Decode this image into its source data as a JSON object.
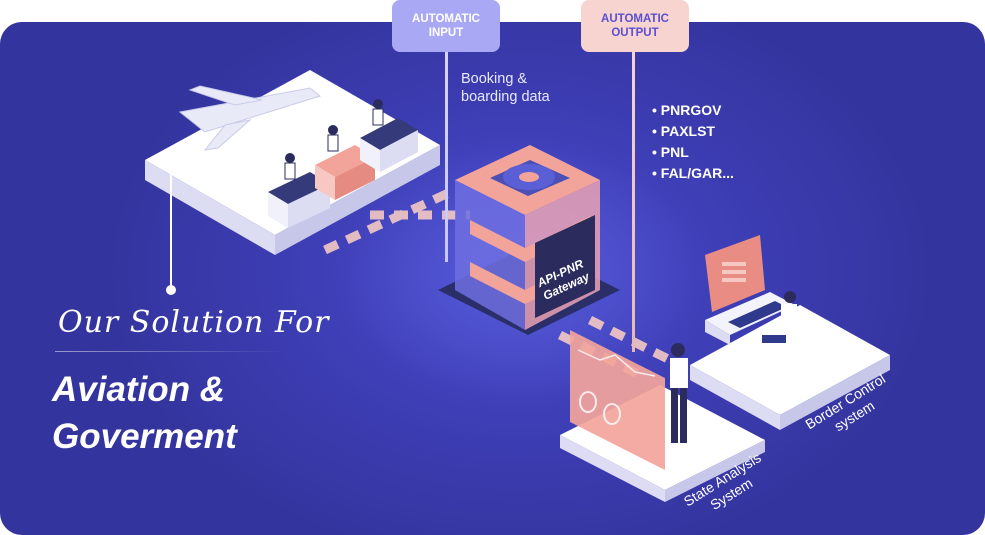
{
  "tags": {
    "input": "AUTOMATIC\nINPUT",
    "input_line1": "AUTOMATIC",
    "input_line2": "INPUT",
    "output_line1": "AUTOMATIC",
    "output_line2": "OUTPUT"
  },
  "booking": {
    "line1": "Booking &",
    "line2": "boarding data"
  },
  "outputs": [
    "PNRGOV",
    "PAXLST",
    "PNL",
    "FAL/GAR..."
  ],
  "gateway": {
    "line1": "API-PNR",
    "line2": "Gateway"
  },
  "heading": {
    "script": "Our Solution For",
    "line1": "Aviation &",
    "line2": "Goverment"
  },
  "labels": {
    "state_line1": "State Analysis",
    "state_line2": "System",
    "border_line1": "Border Control",
    "border_line2": "system"
  },
  "colors": {
    "panel": "#3a3aae",
    "accent_pink": "#f2a49b",
    "input_tag": "#a9a8f5",
    "output_tag": "#f7d4d0"
  }
}
